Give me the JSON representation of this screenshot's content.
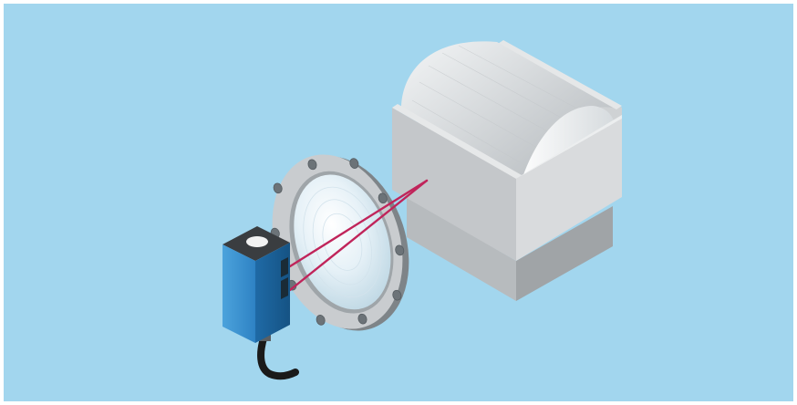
{
  "scene": {
    "background_color": "#a2d6ee",
    "objects": [
      {
        "name": "photoelectric-sensor",
        "color": "#2a7fc0"
      },
      {
        "name": "sight-glass-flange",
        "color": "#c9cccf"
      },
      {
        "name": "laser-beams",
        "color": "#c0245a"
      },
      {
        "name": "drum-in-housing",
        "color": "#d4d6d8"
      }
    ]
  }
}
